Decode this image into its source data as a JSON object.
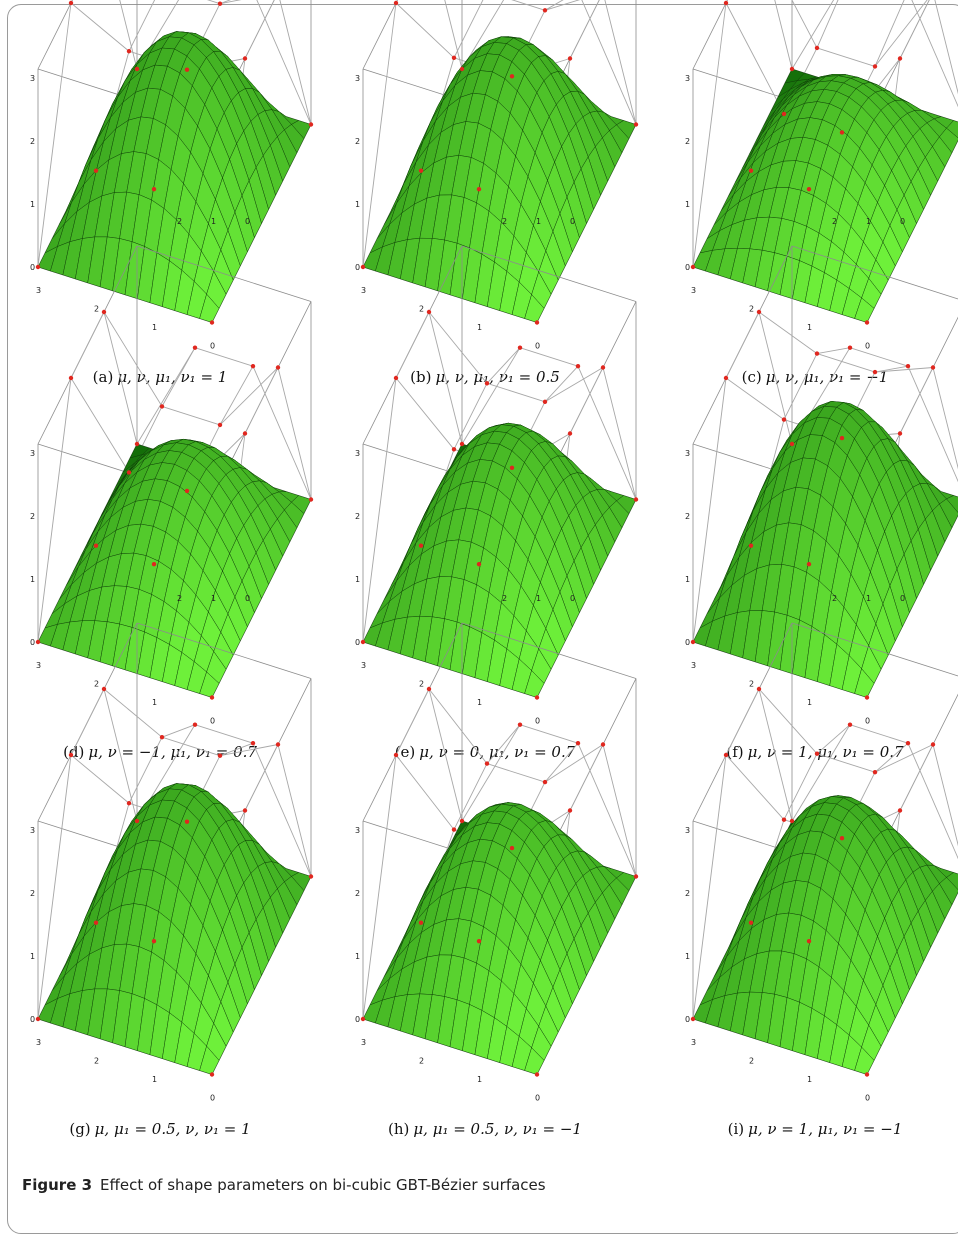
{
  "figure": {
    "label": "Figure 3",
    "caption": "Effect of shape parameters on bi-cubic GBT-Bézier surfaces"
  },
  "axis_ticks": {
    "top": [
      "2",
      "1",
      "0"
    ],
    "left": [
      "0",
      "1",
      "2",
      "3"
    ],
    "bottom": [
      "3",
      "2",
      "1",
      "0"
    ]
  },
  "colors": {
    "surface_light": "#6ef03a",
    "surface_mid": "#2fcf12",
    "surface_dark": "#116a08",
    "control_point": "#e0271f",
    "mesh": "#a8a8a8"
  },
  "panels": [
    {
      "label": "(a)",
      "expr": "μ, ν, μ₁, ν₁ = 1",
      "peak": 2.55,
      "darkness": 0.8
    },
    {
      "label": "(b)",
      "expr": "μ, ν, μ₁, ν₁ = 0.5",
      "peak": 2.45,
      "darkness": 0.75
    },
    {
      "label": "(c)",
      "expr": "μ, ν, μ₁, ν₁ = −1",
      "peak": 1.6,
      "darkness": 0.5
    },
    {
      "label": "(d)",
      "expr": "μ, ν = −1, μ₁, ν₁ = 0.7",
      "peak": 1.85,
      "darkness": 0.55
    },
    {
      "label": "(e)",
      "expr": "μ, ν = 0, μ₁, ν₁ = 0.7",
      "peak": 2.2,
      "darkness": 0.65
    },
    {
      "label": "(f)",
      "expr": "μ, ν = 1, μ₁, ν₁ = 0.7",
      "peak": 2.65,
      "darkness": 0.85
    },
    {
      "label": "(g)",
      "expr": "μ, μ₁ = 0.5, ν, ν₁ = 1",
      "peak": 2.55,
      "darkness": 0.8
    },
    {
      "label": "(h)",
      "expr": "μ, μ₁ = 0.5, ν, ν₁ = −1",
      "peak": 2.15,
      "darkness": 0.62
    },
    {
      "label": "(i)",
      "expr": "μ, ν = 1, μ₁, ν₁ = −1",
      "peak": 2.3,
      "darkness": 0.8
    }
  ]
}
